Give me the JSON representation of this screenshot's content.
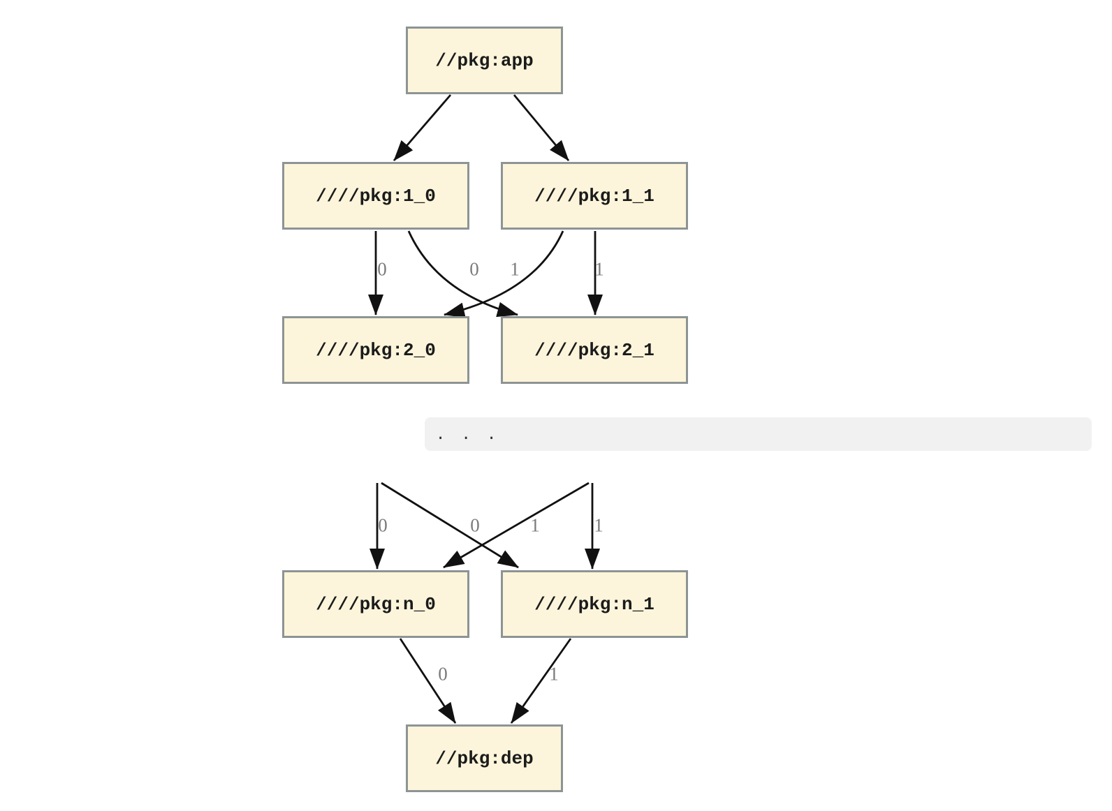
{
  "diagram": {
    "nodes": [
      {
        "id": "app",
        "label": "//pkg:app"
      },
      {
        "id": "1_0",
        "label": "////pkg:1_0"
      },
      {
        "id": "1_1",
        "label": "////pkg:1_1"
      },
      {
        "id": "2_0",
        "label": "////pkg:2_0"
      },
      {
        "id": "2_1",
        "label": "////pkg:2_1"
      },
      {
        "id": "n_0",
        "label": "////pkg:n_0"
      },
      {
        "id": "n_1",
        "label": "////pkg:n_1"
      },
      {
        "id": "dep",
        "label": "//pkg:dep"
      }
    ],
    "ellipsis": ". . .",
    "edges": [
      {
        "from": "//pkg:app",
        "to": "////pkg:1_0",
        "label": ""
      },
      {
        "from": "//pkg:app",
        "to": "////pkg:1_1",
        "label": ""
      },
      {
        "from": "////pkg:1_0",
        "to": "////pkg:2_0",
        "label": "0"
      },
      {
        "from": "////pkg:1_0",
        "to": "////pkg:2_1",
        "label": "1"
      },
      {
        "from": "////pkg:1_1",
        "to": "////pkg:2_0",
        "label": "0"
      },
      {
        "from": "////pkg:1_1",
        "to": "////pkg:2_1",
        "label": "1"
      },
      {
        "from": "...",
        "to": "////pkg:n_0",
        "label": "0"
      },
      {
        "from": "...",
        "to": "////pkg:n_1",
        "label": "1"
      },
      {
        "from": "...",
        "to": "////pkg:n_0",
        "label": "0"
      },
      {
        "from": "...",
        "to": "////pkg:n_1",
        "label": "1"
      },
      {
        "from": "////pkg:n_0",
        "to": "//pkg:dep",
        "label": "0"
      },
      {
        "from": "////pkg:n_1",
        "to": "//pkg:dep",
        "label": "1"
      }
    ],
    "colors": {
      "node_fill": "#fcf5db",
      "node_border": "#8d9494",
      "edge": "#111111",
      "edge_label": "#7b7b7b",
      "ellipsis_bg": "#f1f1f1"
    }
  }
}
